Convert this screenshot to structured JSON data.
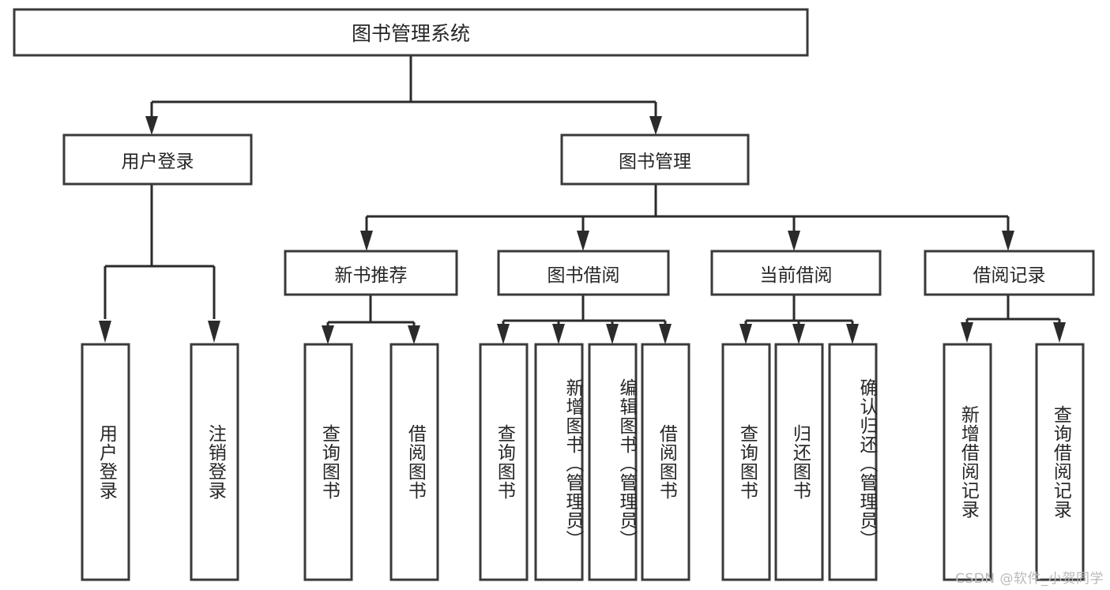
{
  "diagram": {
    "type": "tree-hierarchy-chart",
    "orientation": "top-down",
    "title_text": "图书管理系统",
    "watermark": "CSDN @软件_小贺同学",
    "colors": {
      "background": "#ffffff",
      "box_fill": "#ffffff",
      "box_stroke": "#3a3a3a",
      "connector": "#2b2b2b",
      "text": "#262626",
      "watermark": "#b9b9b9"
    },
    "root": {
      "id": "root",
      "label": "图书管理系统",
      "level": 0
    },
    "level1": [
      {
        "id": "user-login",
        "label": "用户登录"
      },
      {
        "id": "book-management",
        "label": "图书管理"
      }
    ],
    "level2": [
      {
        "id": "new-book-recommend",
        "label": "新书推荐",
        "parent": "book-management"
      },
      {
        "id": "book-borrow",
        "label": "图书借阅",
        "parent": "book-management"
      },
      {
        "id": "current-borrow",
        "label": "当前借阅",
        "parent": "book-management"
      },
      {
        "id": "borrow-record",
        "label": "借阅记录",
        "parent": "book-management"
      }
    ],
    "leaves": {
      "user-login": [
        {
          "id": "leaf-user-login",
          "label": "用户登录"
        },
        {
          "id": "leaf-logout",
          "label": "注销登录"
        }
      ],
      "new-book-recommend": [
        {
          "id": "leaf-query-book-1",
          "label": "查询图书"
        },
        {
          "id": "leaf-borrow-book-1",
          "label": "借阅图书"
        }
      ],
      "book-borrow": [
        {
          "id": "leaf-query-book-2",
          "label": "查询图书"
        },
        {
          "id": "leaf-add-book",
          "label": "新增图书（管理员）"
        },
        {
          "id": "leaf-edit-book",
          "label": "编辑图书（管理员）"
        },
        {
          "id": "leaf-borrow-book-2",
          "label": "借阅图书"
        }
      ],
      "current-borrow": [
        {
          "id": "leaf-query-book-3",
          "label": "查询图书"
        },
        {
          "id": "leaf-return-book",
          "label": "归还图书"
        },
        {
          "id": "leaf-confirm-return",
          "label": "确认归还（管理员）"
        }
      ],
      "borrow-record": [
        {
          "id": "leaf-add-record",
          "label": "新增借阅记录"
        },
        {
          "id": "leaf-query-record",
          "label": "查询借阅记录"
        }
      ]
    }
  }
}
